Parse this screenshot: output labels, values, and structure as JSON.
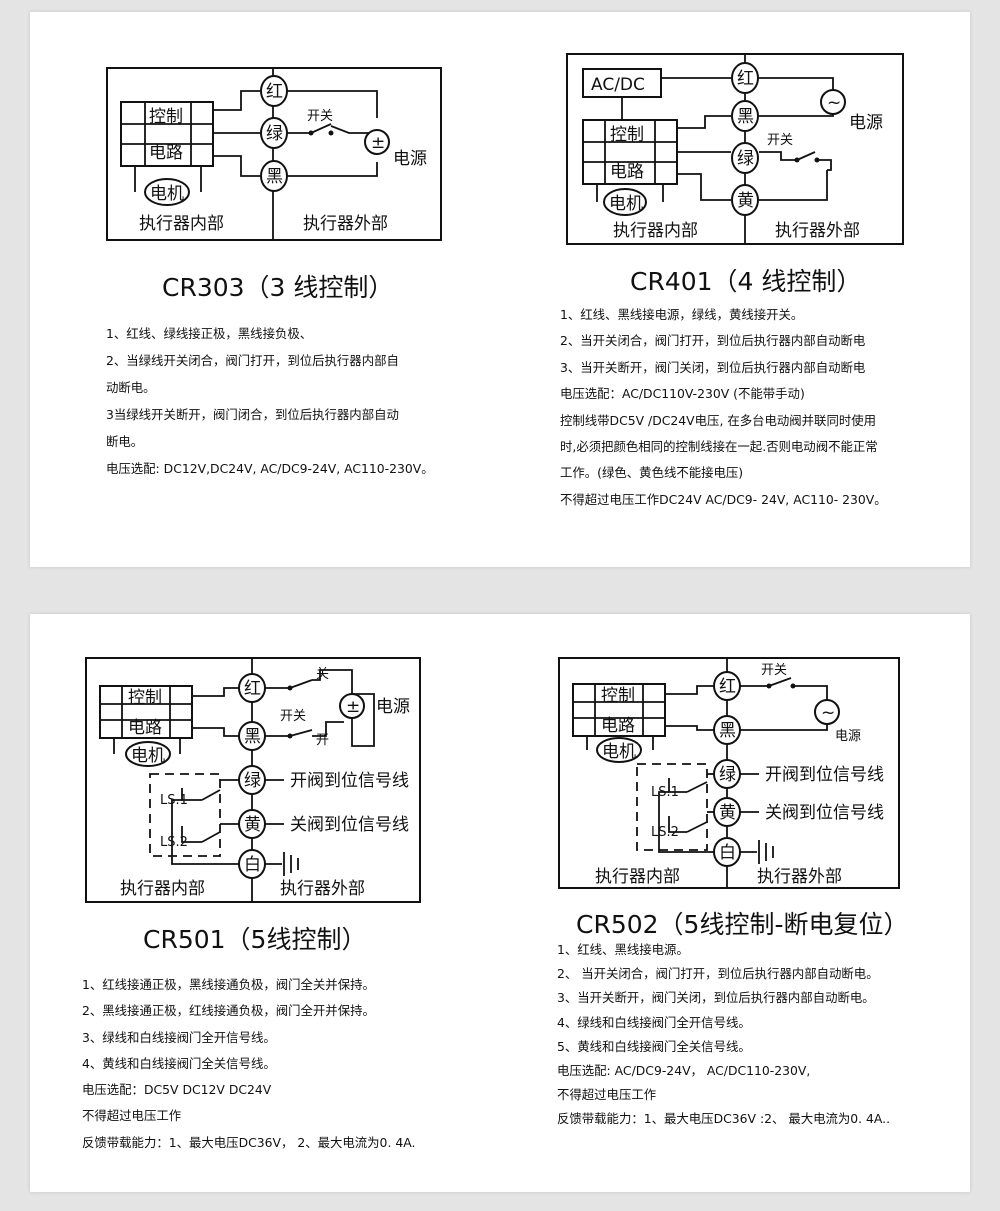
{
  "panels": {
    "cr303": {
      "title": "CR303（3 线控制）",
      "diagram": {
        "control": "控制",
        "circuit": "电路",
        "motor": "电机",
        "red": "红",
        "green": "绿",
        "black": "黑",
        "switch": "开关",
        "power": "电源",
        "dc_symbol": "±",
        "inside": "执行器内部",
        "outside": "执行器外部"
      },
      "notes": [
        "1、红线、绿线接正极，黑线接负极、",
        "2、当绿线开关闭合，阀门打开，到位后执行器内部自",
        "动断电。",
        "3当绿线开关断开，阀门闭合，到位后执行器内部自动",
        "断电。",
        "电压选配: DC12V,DC24V, AC/DC9-24V, AC110-230V。"
      ]
    },
    "cr401": {
      "title": "CR401（4 线控制）",
      "diagram": {
        "acdc": "AC/DC",
        "control": "控制",
        "circuit": "电路",
        "motor": "电机",
        "red": "红",
        "black": "黑",
        "green": "绿",
        "yellow": "黄",
        "switch": "开关",
        "power": "电源",
        "ac_symbol": "~",
        "inside": "执行器内部",
        "outside": "执行器外部"
      },
      "notes": [
        "1、红线、黑线接电源，绿线，黄线接开关。",
        "2、当开关闭合，阀门打开，到位后执行器内部自动断电",
        "3、当开关断开，阀门关闭，到位后执行器内部自动断电",
        "电压选配：AC/DC110V-230V (不能带手动)",
        "控制线带DC5V /DC24V电压, 在多台电动阀并联同时使用",
        "时,必须把颜色相同的控制线接在一起.否则电动阀不能正常",
        "工作。(绿色、黄色线不能接电压)",
        "不得超过电压工作DC24V AC/DC9- 24V, AC110- 230V。"
      ]
    },
    "cr501": {
      "title": "CR501（5线控制）",
      "diagram": {
        "control": "控制",
        "circuit": "电路",
        "motor": "电机",
        "red": "红",
        "black": "黑",
        "green": "绿",
        "yellow": "黄",
        "white": "白",
        "close": "关",
        "open": "开",
        "switch": "开关",
        "power": "电源",
        "dc_symbol": "±",
        "ls1": "LS.1",
        "ls2": "LS.2",
        "open_signal": "开阀到位信号线",
        "close_signal": "关阀到位信号线",
        "inside": "执行器内部",
        "outside": "执行器外部"
      },
      "notes": [
        "1、红线接通正极，黑线接通负极，阀门全关并保持。",
        "2、黑线接通正极，红线接通负极，阀门全开并保持。",
        "3、绿线和白线接阀门全开信号线。",
        "4、黄线和白线接阀门全关信号线。",
        "电压选配：DC5V  DC12V  DC24V",
        "不得超过电压工作",
        "反馈带载能力：1、最大电压DC36V，  2、最大电流为0. 4A."
      ]
    },
    "cr502": {
      "title": "CR502（5线控制-断电复位）",
      "diagram": {
        "control": "控制",
        "circuit": "电路",
        "motor": "电机",
        "red": "红",
        "black": "黑",
        "green": "绿",
        "yellow": "黄",
        "white": "白",
        "switch": "开关",
        "power": "电源",
        "ac_symbol": "~",
        "ls1": "LS.1",
        "ls2": "LS.2",
        "open_signal": "开阀到位信号线",
        "close_signal": "关阀到位信号线",
        "inside": "执行器内部",
        "outside": "执行器外部"
      },
      "notes": [
        "1、红线、黑线接电源。",
        "2、 当开关闭合，阀门打开，到位后执行器内部自动断电。",
        "3、当开关断开，阀门关闭，到位后执行器内部自动断电。",
        "4、绿线和白线接阀门全开信号线。",
        "5、黄线和白线接阀门全关信号线。",
        "电压选配: AC/DC9-24V，  AC/DC110-230V,",
        "不得超过电压工作",
        "反馈带载能力：1、最大电压DC36V :2、 最大电流为0. 4A.."
      ]
    }
  }
}
